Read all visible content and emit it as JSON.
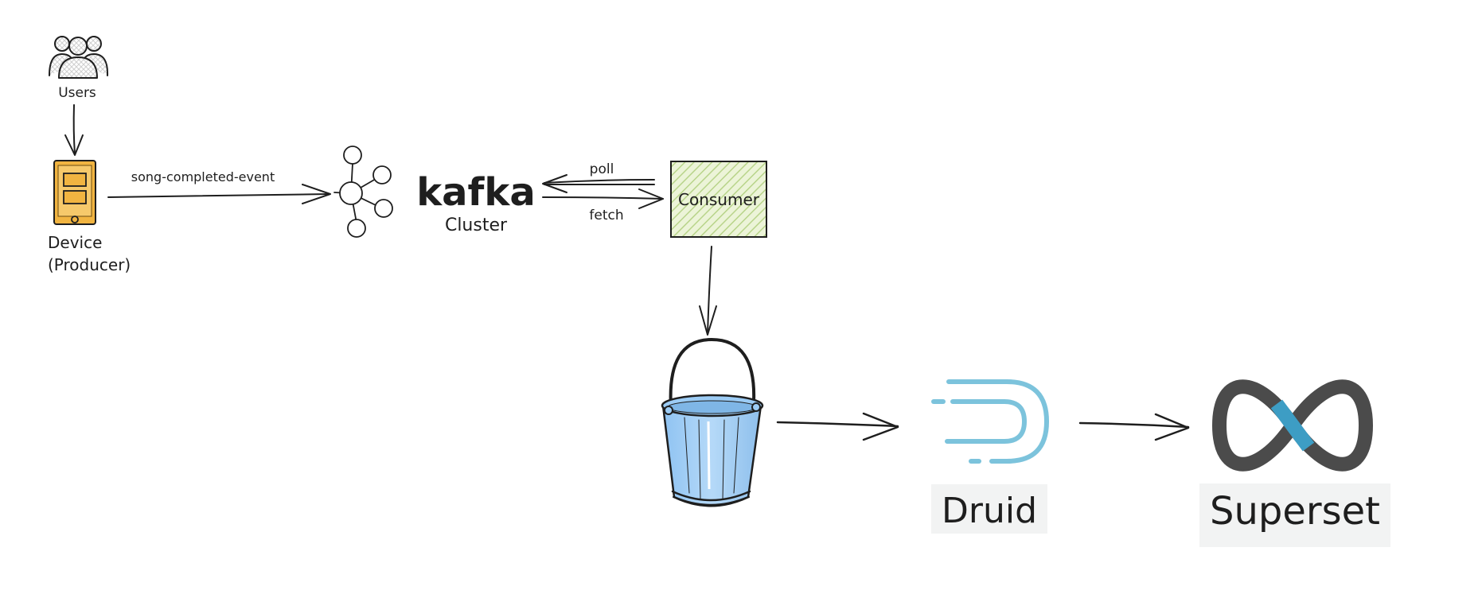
{
  "nodes": {
    "users": {
      "label": "Users"
    },
    "device": {
      "label_line1": "Device",
      "label_line2": "(Producer)"
    },
    "kafka": {
      "wordmark": "kafka",
      "label": "Cluster"
    },
    "consumer": {
      "label": "Consumer"
    },
    "bucket": {
      "icon": "bucket-icon"
    },
    "druid": {
      "label": "Druid"
    },
    "superset": {
      "label": "Superset"
    }
  },
  "edges": {
    "device_to_kafka": {
      "label": "song-completed-event"
    },
    "consumer_to_kafka": {
      "label": "poll"
    },
    "kafka_to_consumer": {
      "label": "fetch"
    }
  },
  "colors": {
    "ink": "#1e1e1e",
    "device_fill": "#f1b441",
    "consumer_fill": "#dbe9b6",
    "bucket_fill": "#a5d0f6",
    "druid_blue": "#7cc3dc",
    "superset_grey": "#4b4b4b",
    "superset_blue": "#3d9dc4",
    "label_bg": "#f2f3f3"
  }
}
